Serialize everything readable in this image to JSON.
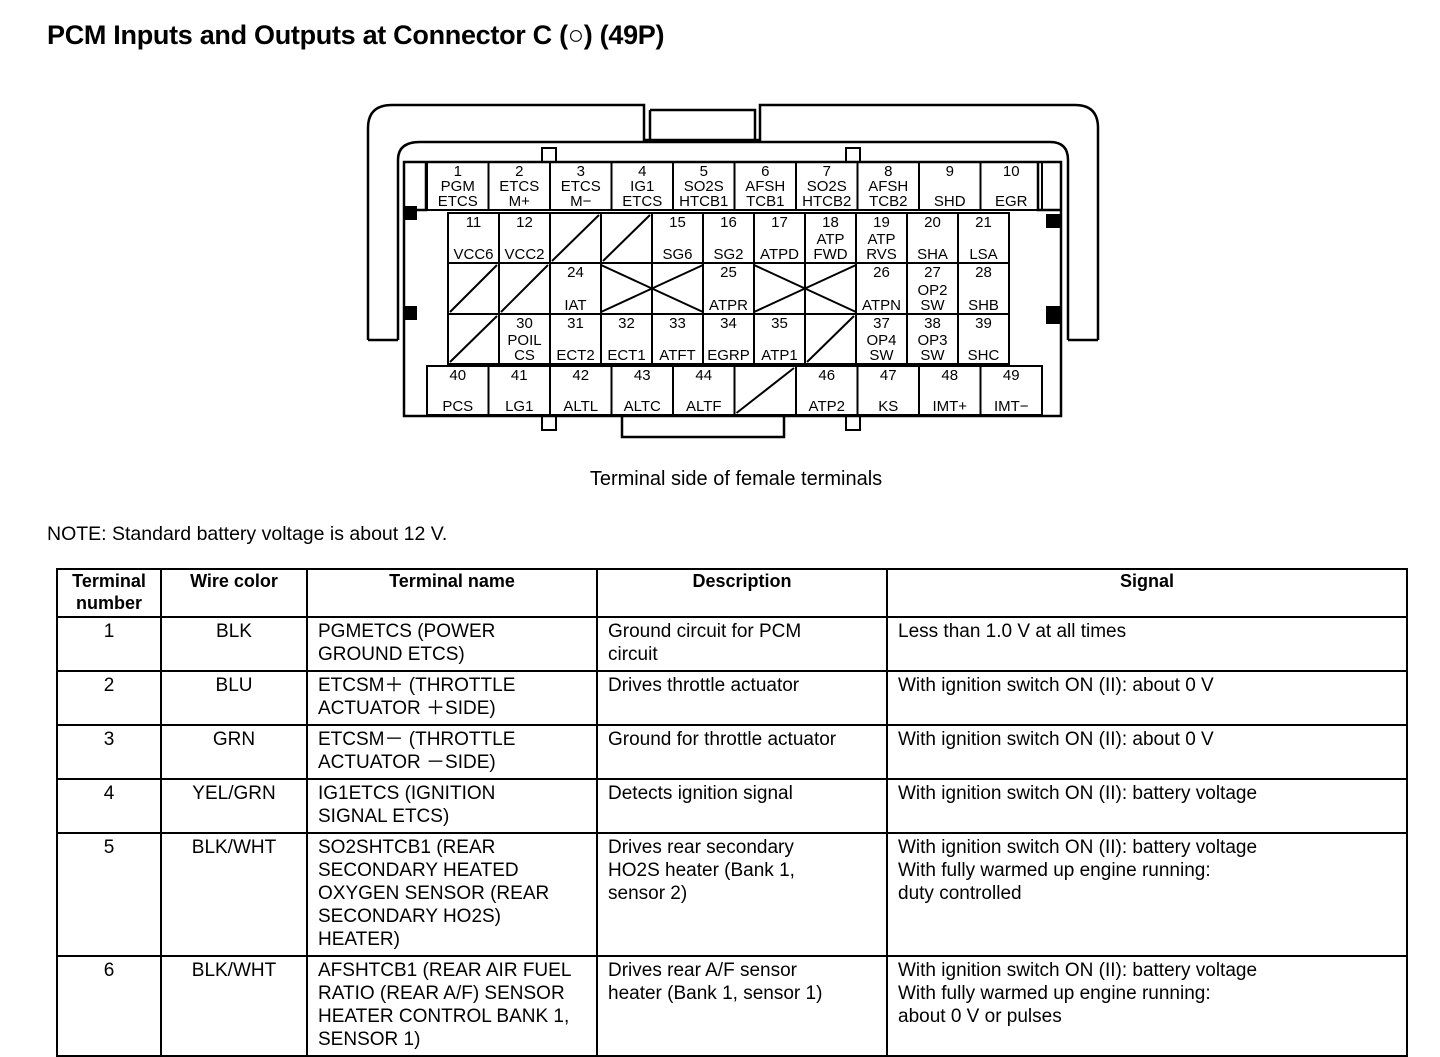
{
  "title": "PCM Inputs and Outputs at Connector C (○) (49P)",
  "caption": "Terminal side of female terminals",
  "note": "NOTE: Standard battery voltage is about 12 V.",
  "connector": {
    "row1": [
      {
        "num": "1",
        "lines": [
          "PGM",
          "ETCS"
        ]
      },
      {
        "num": "2",
        "lines": [
          "ETCS",
          "M+"
        ]
      },
      {
        "num": "3",
        "lines": [
          "ETCS",
          "M−"
        ]
      },
      {
        "num": "4",
        "lines": [
          "IG1",
          "ETCS"
        ]
      },
      {
        "num": "5",
        "lines": [
          "SO2S",
          "HTCB1"
        ]
      },
      {
        "num": "6",
        "lines": [
          "AFSH",
          "TCB1"
        ]
      },
      {
        "num": "7",
        "lines": [
          "SO2S",
          "HTCB2"
        ]
      },
      {
        "num": "8",
        "lines": [
          "AFSH",
          "TCB2"
        ]
      },
      {
        "num": "9",
        "lines": [
          "SHD"
        ]
      },
      {
        "num": "10",
        "lines": [
          "EGR"
        ]
      }
    ],
    "row2": [
      {
        "num": "11",
        "lines": [
          "VCC6"
        ]
      },
      {
        "num": "12",
        "lines": [
          "VCC2"
        ]
      },
      {
        "num": "",
        "lines": []
      },
      {
        "num": "",
        "lines": []
      },
      {
        "num": "15",
        "lines": [
          "SG6"
        ]
      },
      {
        "num": "16",
        "lines": [
          "SG2"
        ]
      },
      {
        "num": "17",
        "lines": [
          "ATPD"
        ]
      },
      {
        "num": "18",
        "lines": [
          "ATP",
          "FWD"
        ]
      },
      {
        "num": "19",
        "lines": [
          "ATP",
          "RVS"
        ]
      },
      {
        "num": "20",
        "lines": [
          "SHA"
        ]
      },
      {
        "num": "21",
        "lines": [
          "LSA"
        ]
      }
    ],
    "row3": [
      {
        "num": "",
        "lines": []
      },
      {
        "num": "",
        "lines": []
      },
      {
        "num": "24",
        "lines": [
          "IAT"
        ]
      },
      {
        "num": "",
        "lines": []
      },
      {
        "num": "",
        "lines": []
      },
      {
        "num": "25",
        "lines": [
          "ATPR"
        ]
      },
      {
        "num": "",
        "lines": []
      },
      {
        "num": "",
        "lines": []
      },
      {
        "num": "26",
        "lines": [
          "ATPN"
        ]
      },
      {
        "num": "27",
        "lines": [
          "OP2",
          "SW"
        ]
      },
      {
        "num": "28",
        "lines": [
          "SHB"
        ]
      }
    ],
    "row4": [
      {
        "num": "",
        "lines": []
      },
      {
        "num": "30",
        "lines": [
          "POIL",
          "CS"
        ]
      },
      {
        "num": "31",
        "lines": [
          "ECT2"
        ]
      },
      {
        "num": "32",
        "lines": [
          "ECT1"
        ]
      },
      {
        "num": "33",
        "lines": [
          "ATFT"
        ]
      },
      {
        "num": "34",
        "lines": [
          "EGRP"
        ]
      },
      {
        "num": "35",
        "lines": [
          "ATP1"
        ]
      },
      {
        "num": "",
        "lines": []
      },
      {
        "num": "37",
        "lines": [
          "OP4",
          "SW"
        ]
      },
      {
        "num": "38",
        "lines": [
          "OP3",
          "SW"
        ]
      },
      {
        "num": "39",
        "lines": [
          "SHC"
        ]
      }
    ],
    "row5": [
      {
        "num": "40",
        "lines": [
          "PCS"
        ]
      },
      {
        "num": "41",
        "lines": [
          "LG1"
        ]
      },
      {
        "num": "42",
        "lines": [
          "ALTL"
        ]
      },
      {
        "num": "43",
        "lines": [
          "ALTC"
        ]
      },
      {
        "num": "44",
        "lines": [
          "ALTF"
        ]
      },
      {
        "num": "",
        "lines": []
      },
      {
        "num": "46",
        "lines": [
          "ATP2"
        ]
      },
      {
        "num": "47",
        "lines": [
          "KS"
        ]
      },
      {
        "num": "48",
        "lines": [
          "IMT+"
        ]
      },
      {
        "num": "49",
        "lines": [
          "IMT−"
        ]
      }
    ]
  },
  "table": {
    "headers": [
      "Terminal\nnumber",
      "Wire color",
      "Terminal name",
      "Description",
      "Signal"
    ],
    "rows": [
      {
        "num": "1",
        "color": "BLK",
        "name": [
          "PGMETCS (POWER",
          "GROUND ETCS)"
        ],
        "desc": [
          "Ground circuit for PCM",
          "circuit"
        ],
        "signal": [
          "Less than 1.0 V at all times"
        ]
      },
      {
        "num": "2",
        "color": "BLU",
        "name": [
          "ETCSM＋ (THROTTLE",
          "ACTUATOR ＋SIDE)"
        ],
        "desc": [
          "Drives throttle actuator"
        ],
        "signal": [
          "With ignition switch ON (II): about 0 V"
        ]
      },
      {
        "num": "3",
        "color": "GRN",
        "name": [
          "ETCSM－ (THROTTLE",
          "ACTUATOR －SIDE)"
        ],
        "desc": [
          "Ground for throttle actuator"
        ],
        "signal": [
          "With ignition switch ON (II): about 0 V"
        ]
      },
      {
        "num": "4",
        "color": "YEL/GRN",
        "name": [
          "IG1ETCS (IGNITION",
          "SIGNAL ETCS)"
        ],
        "desc": [
          "Detects ignition signal"
        ],
        "signal": [
          "With ignition switch ON (II): battery voltage"
        ]
      },
      {
        "num": "5",
        "color": "BLK/WHT",
        "name": [
          "SO2SHTCB1 (REAR",
          "SECONDARY HEATED",
          "OXYGEN SENSOR (REAR",
          "SECONDARY HO2S)",
          "HEATER)"
        ],
        "desc": [
          "Drives rear secondary",
          "HO2S heater (Bank 1,",
          "sensor 2)"
        ],
        "signal": [
          "With ignition switch ON (II): battery voltage",
          "With fully warmed up engine running:",
          "duty controlled"
        ]
      },
      {
        "num": "6",
        "color": "BLK/WHT",
        "name": [
          "AFSHTCB1 (REAR AIR FUEL",
          "RATIO (REAR A/F) SENSOR",
          "HEATER CONTROL BANK 1,",
          "SENSOR 1)"
        ],
        "desc": [
          "Drives rear A/F sensor",
          "heater (Bank 1, sensor 1)"
        ],
        "signal": [
          "With ignition switch ON (II): battery voltage",
          "With fully warmed up engine running:",
          "about 0 V or pulses"
        ]
      }
    ]
  }
}
